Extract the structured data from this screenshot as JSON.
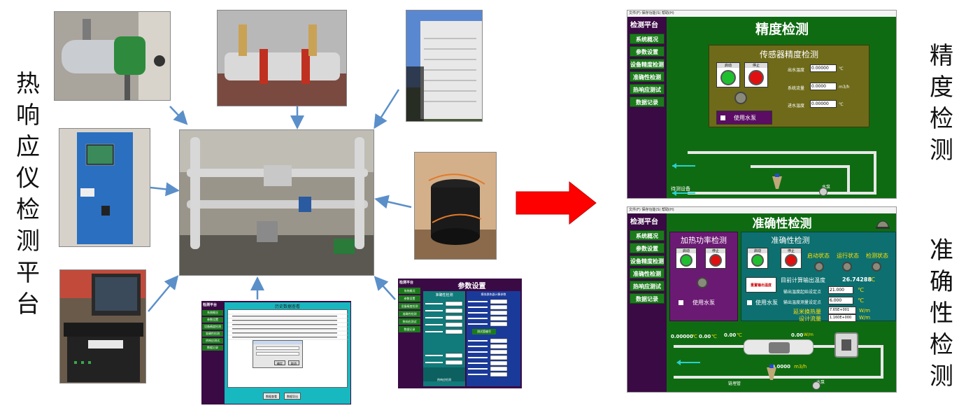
{
  "left_vertical_title": [
    "热",
    "响",
    "应",
    "仪",
    "检",
    "测",
    "平",
    "台"
  ],
  "right_top_vertical_title": [
    "精",
    "度",
    "检",
    "测"
  ],
  "right_bottom_vertical_title": [
    "准",
    "确",
    "性",
    "检",
    "测"
  ],
  "colors": {
    "arrow_blue": "#5b8fc9",
    "big_arrow_red": "#ff0000",
    "screen_green": "#0f6b12",
    "sidebar_purple": "#3a0a44",
    "teal_panel": "#0d6f6f",
    "olive_panel": "#6e6a19",
    "purple_panel": "#6b1a73"
  },
  "precision_screen": {
    "menu": "文件(F)  保存功能(S)  帮助(H)",
    "sidebar_title": "检测平台",
    "sidebar_items": [
      "系统概况",
      "参数设置",
      "设备精度检测",
      "准确性检测",
      "热响应测试",
      "数据记录"
    ],
    "title": "精度检测",
    "panel_title": "传感器精度检测",
    "start_label": "启动",
    "stop_label": "停止",
    "fields": [
      {
        "label": "出水温度",
        "value": "0.00000",
        "unit": "℃"
      },
      {
        "label": "系统流量",
        "value": "0.0000",
        "unit": "m3/h"
      },
      {
        "label": "进水温度",
        "value": "0.00000",
        "unit": "℃"
      }
    ],
    "pump_checkbox_label": "使用水泵",
    "device_label": "待测设备",
    "pump_label": "水泵"
  },
  "accuracy_screen": {
    "menu": "文件(F)  保存功能(S)  帮助(H)",
    "sidebar_title": "检测平台",
    "sidebar_items": [
      "系统概况",
      "参数设置",
      "设备精度检测",
      "准确性检测",
      "热响应测试",
      "数据记录"
    ],
    "title": "准确性检测",
    "heat_panel_title": "加热功率检测",
    "acc_panel_title": "准确性检测",
    "start_label": "启动",
    "stop_label": "停止",
    "status_labels": [
      "启动状态",
      "运行状态",
      "检测状态"
    ],
    "red_button_label": "重置输出温度",
    "current_temp_label": "目前计算输出温度",
    "current_temp_value": "26.74288",
    "current_temp_unit": "℃",
    "set_start_label": "输出温度起始设定点",
    "set_start_value": "21.000",
    "set_start_unit": "℃",
    "set_end_label": "输出温度测量设定点",
    "set_end_value": "6.000",
    "set_end_unit": "℃",
    "delay_label": "延米换热量",
    "delay_value": "7.65E+001",
    "delay_unit": "W/m",
    "design_flow_label": "设计流量",
    "design_flow_value": "1.160E+000",
    "design_flow_unit": "W/m",
    "pump_checkbox_label": "使用水泵",
    "pipe_values": [
      {
        "value": "0.00000",
        "unit": "℃"
      },
      {
        "value": "0.00",
        "unit": "℃"
      },
      {
        "value": "0.00",
        "unit": "℃"
      },
      {
        "value": "0.00",
        "unit": "W/m"
      }
    ],
    "flow_value": "0.0000",
    "flow_unit": "m3/h",
    "bottom_label": "链埋管",
    "pump_label": "水泵"
  },
  "data_screen": {
    "sidebar_title": "检测平台",
    "sidebar_items": [
      "系统概况",
      "参数设置",
      "设备精度检测",
      "准确性检测",
      "热响应测试",
      "数据记录"
    ],
    "title": "历史数据查看",
    "dialog_ok": "确定",
    "dialog_cancel": "取消",
    "button_left": "数据查看",
    "button_right": "数据导出"
  },
  "param_screen": {
    "sidebar_title": "检测平台",
    "sidebar_items": [
      "系统概况",
      "参数设置",
      "设备精度检测",
      "准确性检测",
      "热响应测试",
      "数据记录"
    ],
    "title": "参数设置",
    "left_section": "准确性检测",
    "right_section": "模拟换热器计算参数",
    "left_bottom_section": "热响应检测",
    "calc_button": "测试管编号"
  }
}
